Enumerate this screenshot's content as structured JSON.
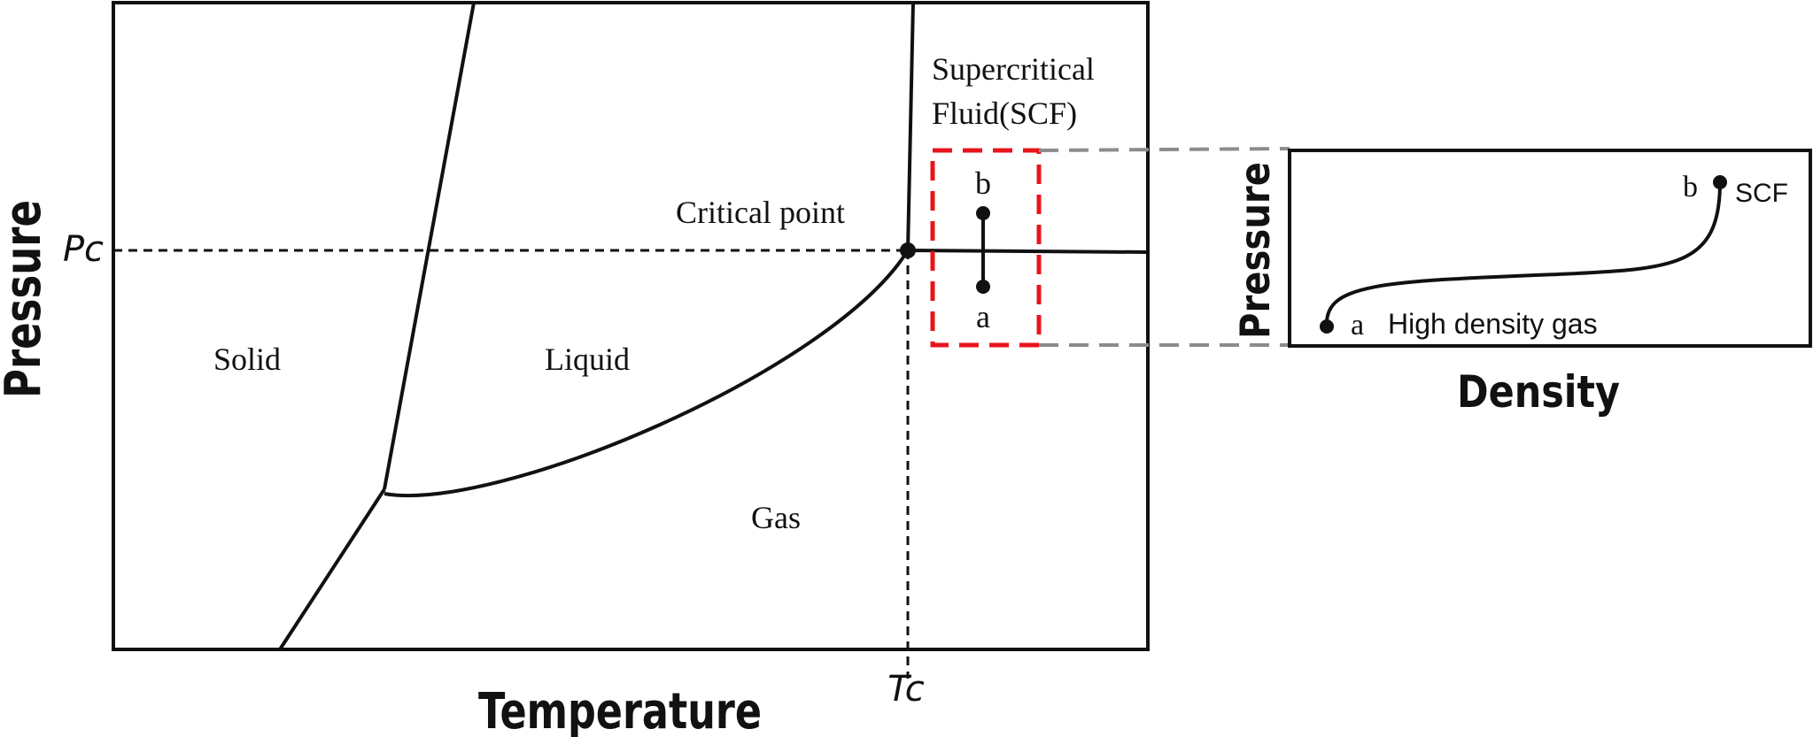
{
  "main_diagram": {
    "axis_x_label": "Temperature",
    "axis_y_label": "Pressure",
    "tc_label": "Tc",
    "pc_label": "Pc",
    "regions": {
      "solid": "Solid",
      "liquid": "Liquid",
      "gas": "Gas",
      "scf_line1": "Supercritical",
      "scf_line2": "Fluid(SCF)"
    },
    "critical_point_label": "Critical point",
    "point_a_label": "a",
    "point_b_label": "b",
    "zoom_box_color": "#e8141c"
  },
  "inset": {
    "axis_x_label": "Density",
    "axis_y_label": "Pressure",
    "point_a_label": "a",
    "point_a_desc": "High density gas",
    "point_b_label": "b",
    "point_b_desc": "SCF",
    "connector_color": "#8c8c8c"
  }
}
